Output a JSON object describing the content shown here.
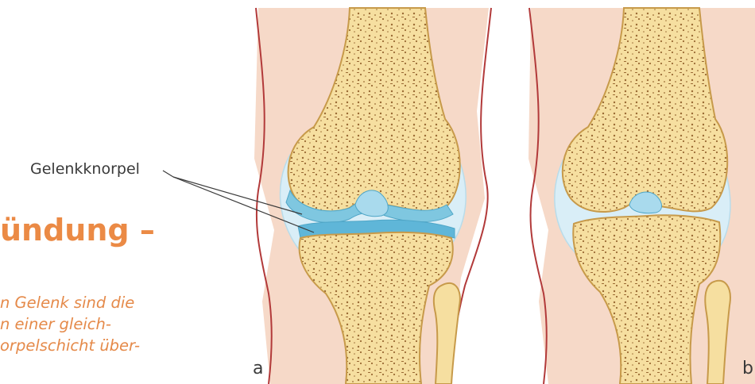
{
  "figure": {
    "annotation_label": "Gelenkknorpel",
    "panel_a": "a",
    "panel_b": "b"
  },
  "text": {
    "heading": "ündung –",
    "body_lines": [
      "n Gelenk sind die",
      "n einer gleich-",
      "orpelschicht über-"
    ]
  },
  "colors": {
    "background": "#ffffff",
    "soft_tissue": "#f6d9c8",
    "skin_line": "#b23a3a",
    "bone": "#f6dfa0",
    "bone_outline": "#c79a4a",
    "bone_dots": "#8a5a2a",
    "cartilage": "#7fc7e0",
    "capsule": "#d9eef7",
    "heading": "#eb8a45",
    "body_text": "#e58a4a"
  }
}
